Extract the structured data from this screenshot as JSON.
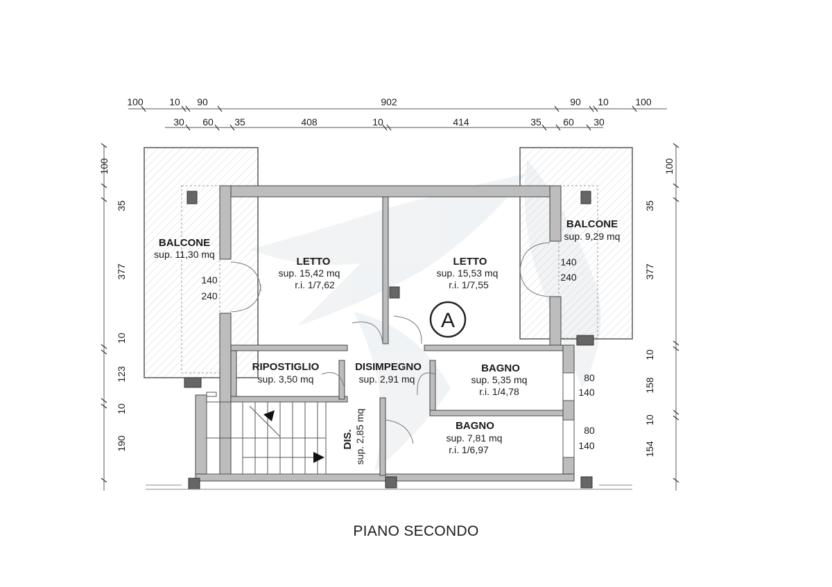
{
  "title": "PIANO SECONDO",
  "unit_label": "A",
  "dimensions": {
    "top_row1": [
      "100",
      "10",
      "90",
      "902",
      "90",
      "10",
      "100"
    ],
    "top_row2": [
      "30",
      "60",
      "35",
      "408",
      "10",
      "414",
      "35",
      "60",
      "30"
    ],
    "left": [
      "100",
      "35",
      "377",
      "10",
      "123",
      "10",
      "190"
    ],
    "right": [
      "100",
      "35",
      "377",
      "10",
      "158",
      "10",
      "154"
    ]
  },
  "rooms": {
    "balcone_left": {
      "name": "BALCONE",
      "area": "sup. 11,30 mq"
    },
    "letto_left": {
      "name": "LETTO",
      "area": "sup. 15,42 mq",
      "ratio": "r.i. 1/7,62"
    },
    "letto_right": {
      "name": "LETTO",
      "area": "sup. 15,53 mq",
      "ratio": "r.i. 1/7,55"
    },
    "balcone_right": {
      "name": "BALCONE",
      "area": "sup. 9,29 mq"
    },
    "ripostiglio": {
      "name": "RIPOSTIGLIO",
      "area": "sup. 3,50 mq"
    },
    "disimpegno": {
      "name": "DISIMPEGNO",
      "area": "sup. 2,91 mq"
    },
    "bagno_upper": {
      "name": "BAGNO",
      "area": "sup. 5,35 mq",
      "ratio": "r.i. 1/4,78"
    },
    "bagno_lower": {
      "name": "BAGNO",
      "area": "sup. 7,81 mq",
      "ratio": "r.i. 1/6,97"
    },
    "dis": {
      "name": "DIS.",
      "area": "sup. 2,85 mq"
    }
  },
  "openings": {
    "left_window": {
      "w": "140",
      "h": "240"
    },
    "right_window": {
      "w": "140",
      "h": "240"
    },
    "bagno_upper_window": {
      "w": "80",
      "h": "140"
    },
    "bagno_lower_window": {
      "w": "80",
      "h": "140"
    }
  }
}
